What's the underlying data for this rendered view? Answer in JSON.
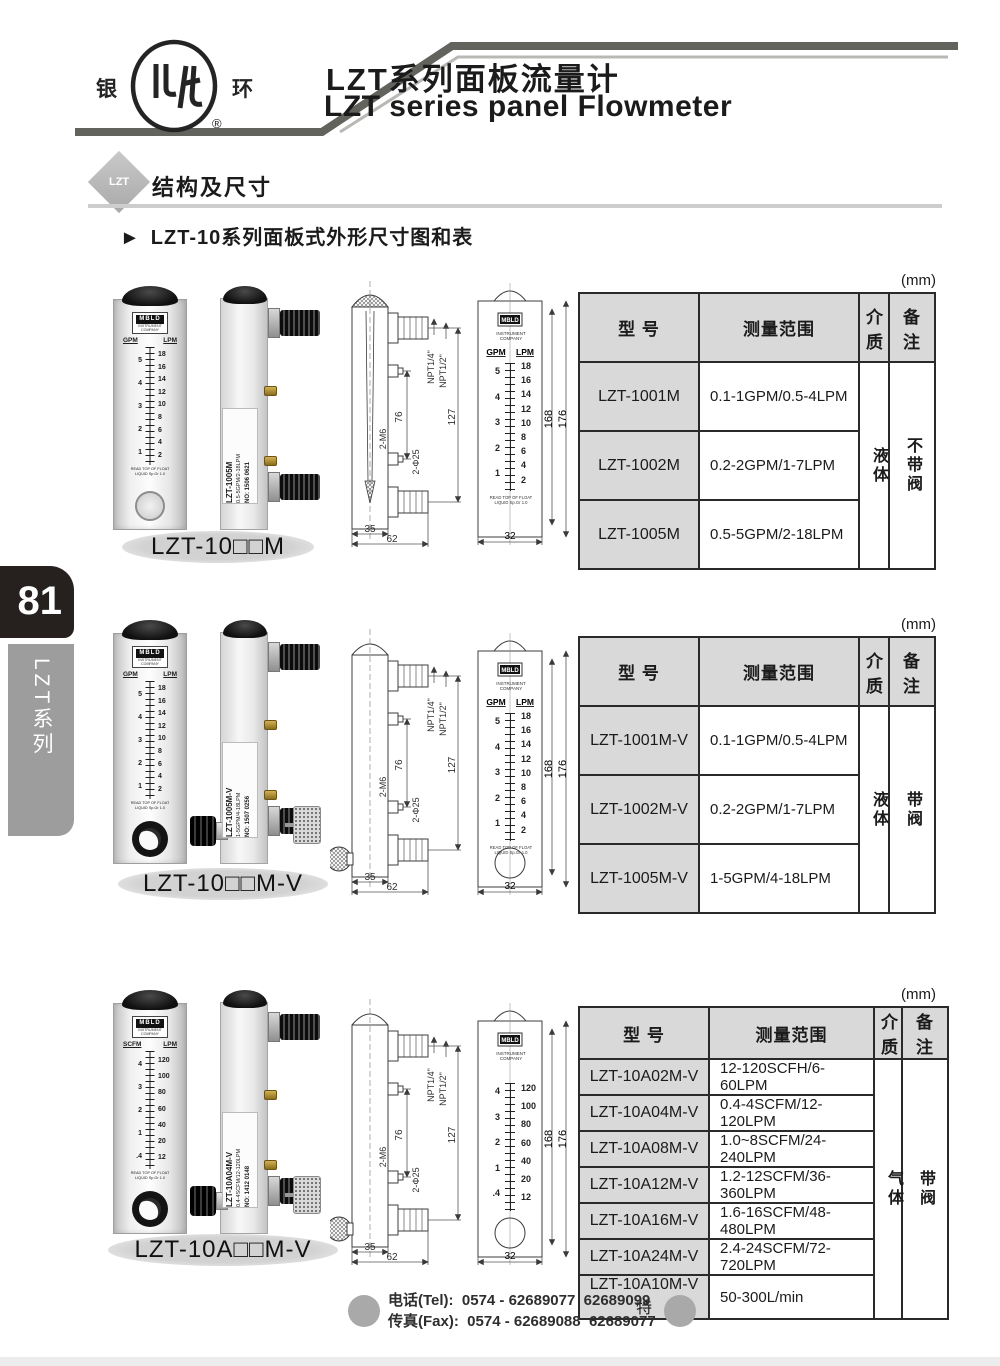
{
  "header": {
    "logo_left": "银",
    "logo_right": "环",
    "reg": "®",
    "title_cn": "LZT系列面板流量计",
    "title_en": "LZT series panel Flowmeter"
  },
  "section_header": {
    "badge": "LZT",
    "title": "结构及尺寸",
    "arrow": "►",
    "subtitle": "LZT-10系列面板式外形尺寸图和表"
  },
  "sidebar": {
    "page_number": "81",
    "series": "LZT系列"
  },
  "meter": {
    "brand": "MBLD",
    "company": "INSTRUMENT\nCOMPANY",
    "read": "READ TOP OF FLOAT\nLIQUID Sp.Gr 1.0"
  },
  "dims": {
    "npt14": "NPT1/4\"",
    "npt12": "NPT1/2\"",
    "d76": "76",
    "d127": "127",
    "m6": "2-M6",
    "phi": "2-Φ25",
    "d35": "35",
    "d62": "62",
    "d168": "168",
    "d176": "176",
    "d32": "32"
  },
  "sections": [
    {
      "caption": "LZT-10□□M",
      "photo_label": {
        "model": "LZT-1005M",
        "range": "0.5-5GPM/2-18LPM",
        "no": "NO: 1506 0621"
      },
      "units_left": "GPM",
      "units_right": "LPM",
      "scale_left": "5\n4\n3\n2\n1",
      "scale_right": "18\n16\n14\n12\n10\n8\n6\n4\n2",
      "table": {
        "unit": "(mm)",
        "col_model": "型  号",
        "col_range": "测量范围",
        "col_medium": "介质",
        "col_note": "备注",
        "rows": [
          {
            "model": "LZT-1001M",
            "range": "0.1-1GPM/0.5-4LPM"
          },
          {
            "model": "LZT-1002M",
            "range": "0.2-2GPM/1-7LPM"
          },
          {
            "model": "LZT-1005M",
            "range": "0.5-5GPM/2-18LPM"
          }
        ],
        "medium": "液体",
        "note": "不带阀"
      }
    },
    {
      "caption": "LZT-10□□M-V",
      "photo_label": {
        "model": "LZT-1005M-V",
        "range": "1-5GPM/4-18LPM",
        "no": "NO: 1507 0256"
      },
      "units_left": "GPM",
      "units_right": "LPM",
      "scale_left": "5\n4\n3\n2\n1",
      "scale_right": "18\n16\n14\n12\n10\n8\n6\n4\n2",
      "table": {
        "unit": "(mm)",
        "col_model": "型  号",
        "col_range": "测量范围",
        "col_medium": "介质",
        "col_note": "备注",
        "rows": [
          {
            "model": "LZT-1001M-V",
            "range": "0.1-1GPM/0.5-4LPM"
          },
          {
            "model": "LZT-1002M-V",
            "range": "0.2-2GPM/1-7LPM"
          },
          {
            "model": "LZT-1005M-V",
            "range": "1-5GPM/4-18LPM"
          }
        ],
        "medium": "液体",
        "note": "带阀"
      }
    },
    {
      "caption": "LZT-10A□□M-V",
      "photo_label": {
        "model": "LZT-10A04M-V",
        "range": "0.4-4SCFM/12-120LPM",
        "no": "NO: 1412 0148"
      },
      "units_left": "SCFM",
      "units_right": "LPM",
      "scale_left": "4\n3\n2\n1\n.4",
      "scale_right": "120\n100\n80\n60\n40\n20\n12",
      "table": {
        "unit": "(mm)",
        "col_model": "型  号",
        "col_range": "测量范围",
        "col_medium": "介质",
        "col_note": "备注",
        "rows": [
          {
            "model": "LZT-10A02M-V",
            "range": "12-120SCFH/6-60LPM"
          },
          {
            "model": "LZT-10A04M-V",
            "range": "0.4-4SCFM/12-120LPM"
          },
          {
            "model": "LZT-10A08M-V",
            "range": "1.0~8SCFM/24-240LPM"
          },
          {
            "model": "LZT-10A12M-V",
            "range": "1.2-12SCFM/36-360LPM"
          },
          {
            "model": "LZT-10A16M-V",
            "range": "1.6-16SCFM/48-480LPM"
          },
          {
            "model": "LZT-10A24M-V",
            "range": "2.4-24SCFM/72-720LPM"
          },
          {
            "model": "LZT-10A10M-V特",
            "range": "50-300L/min"
          }
        ],
        "medium": "气体",
        "note": "带阀"
      }
    }
  ],
  "footer": {
    "tel": "电话(Tel):  0574 - 62689077  62689099",
    "fax": "传真(Fax):  0574 - 62689088  62689077"
  }
}
